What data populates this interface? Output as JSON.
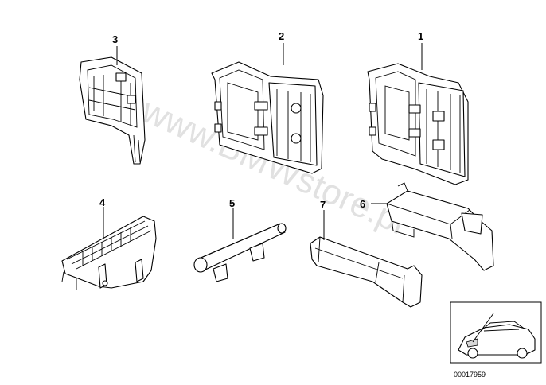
{
  "diagram": {
    "callouts": [
      {
        "id": "c3",
        "label": "3"
      },
      {
        "id": "c2",
        "label": "2"
      },
      {
        "id": "c1",
        "label": "1"
      },
      {
        "id": "c4",
        "label": "4"
      },
      {
        "id": "c5",
        "label": "5"
      },
      {
        "id": "c7",
        "label": "7"
      },
      {
        "id": "c6",
        "label": "6"
      }
    ],
    "watermark": "www.BMWstore.pl",
    "thumbnail": {
      "part_number": "00017959"
    }
  }
}
